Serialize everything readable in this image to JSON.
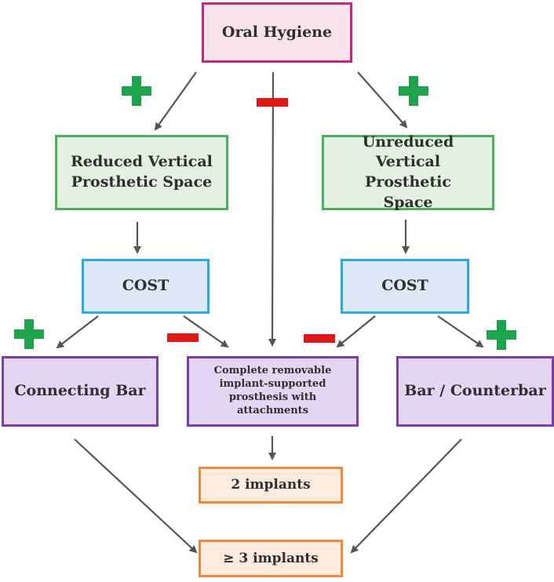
{
  "diagram": {
    "oral_hygiene": "Oral Hygiene",
    "reduced_space": "Reduced Vertical Prosthetic Space",
    "unreduced_space": "Unreduced Vertical Prosthetic Space",
    "cost_left": "COST",
    "cost_right": "COST",
    "connecting_bar": "Connecting Bar",
    "complete_prosthesis": "Complete removable implant-supported prosthesis with attachments",
    "bar_counterbar": "Bar / Counterbar",
    "two_implants": "2 implants",
    "three_implants": "≥ 3 implants"
  },
  "colors": {
    "plus_sign": "#1da34b",
    "minus_sign": "#e01818",
    "arrow": "#555555"
  }
}
